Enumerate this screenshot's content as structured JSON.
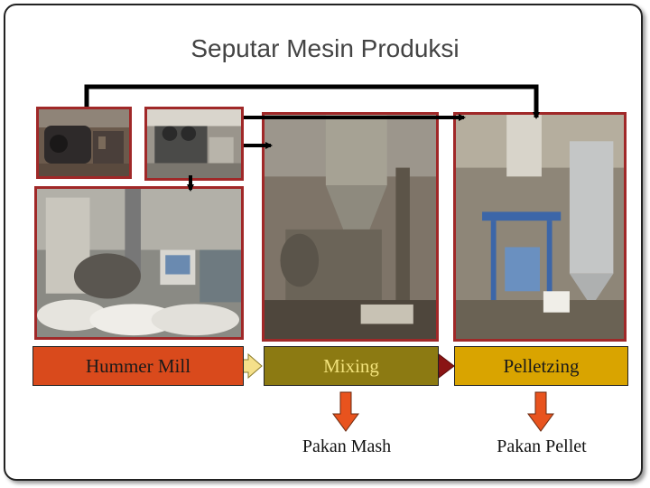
{
  "title": "Seputar Mesin Produksi",
  "stages": [
    {
      "label": "Hummer Mill",
      "color": "#d94a1c",
      "text_color": "#1a1a1a"
    },
    {
      "label": "Mixing",
      "color": "#8c7a12",
      "text_color": "#f2e27a"
    },
    {
      "label": "Pelletzing",
      "color": "#d9a400",
      "text_color": "#1a1a1a"
    }
  ],
  "outputs": [
    {
      "label": "Pakan Mash"
    },
    {
      "label": "Pakan Pellet"
    }
  ],
  "colors": {
    "photo_border": "#a02828",
    "arrow_yellow": "#f5e08a",
    "arrow_red": "#8a1414",
    "arrow_down": "#e8531e"
  }
}
